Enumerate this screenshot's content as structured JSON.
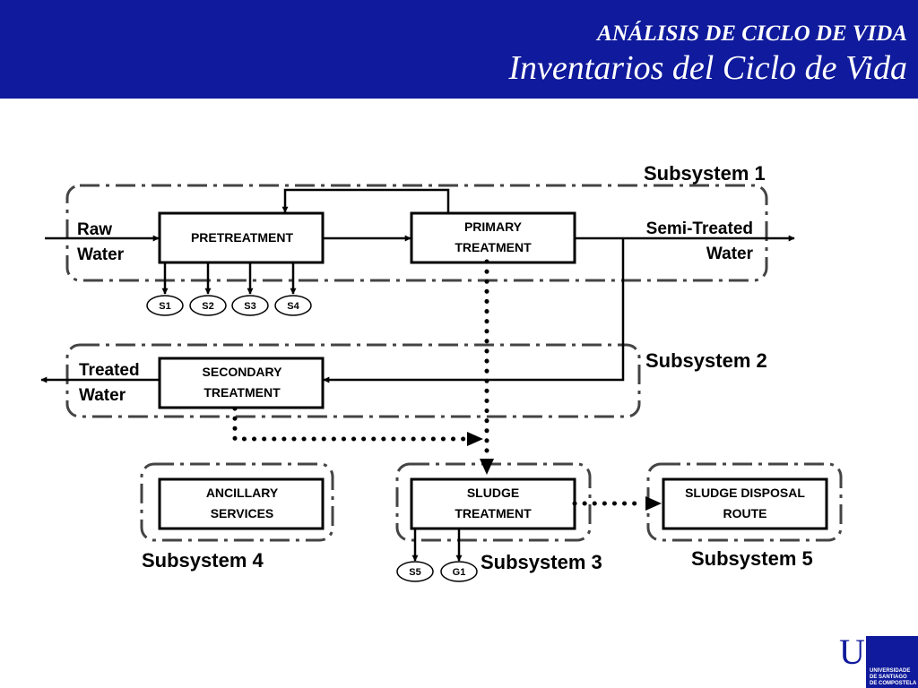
{
  "header": {
    "subtitle": "ANÁLISIS DE CICLO DE VIDA",
    "title": "Inventarios del Ciclo de Vida"
  },
  "diagram": {
    "subsystems": [
      "Subsystem 1",
      "Subsystem 2",
      "Subsystem 3",
      "Subsystem 4",
      "Subsystem 5"
    ],
    "boxes": {
      "pretreatment": [
        "PRETREATMENT"
      ],
      "primary": [
        "PRIMARY",
        "TREATMENT"
      ],
      "secondary": [
        "SECONDARY",
        "TREATMENT"
      ],
      "ancillary": [
        "ANCILLARY",
        "SERVICES"
      ],
      "sludge": [
        "SLUDGE",
        "TREATMENT"
      ],
      "disposal": [
        "SLUDGE DISPOSAL",
        "ROUTE"
      ]
    },
    "flows": {
      "raw_water": [
        "Raw",
        "Water"
      ],
      "semi_treated": [
        "Semi-Treated",
        "Water"
      ],
      "treated_water": [
        "Treated",
        "Water"
      ]
    },
    "streams": [
      "S1",
      "S2",
      "S3",
      "S4",
      "S5",
      "G1"
    ]
  },
  "logo": {
    "main": "USC",
    "lines": [
      "UNIVERSIDADE",
      "DE SANTIAGO",
      "DE COMPOSTELA"
    ]
  },
  "colors": {
    "header_bg": "#0f1a9c",
    "header_text": "#ffffff"
  }
}
